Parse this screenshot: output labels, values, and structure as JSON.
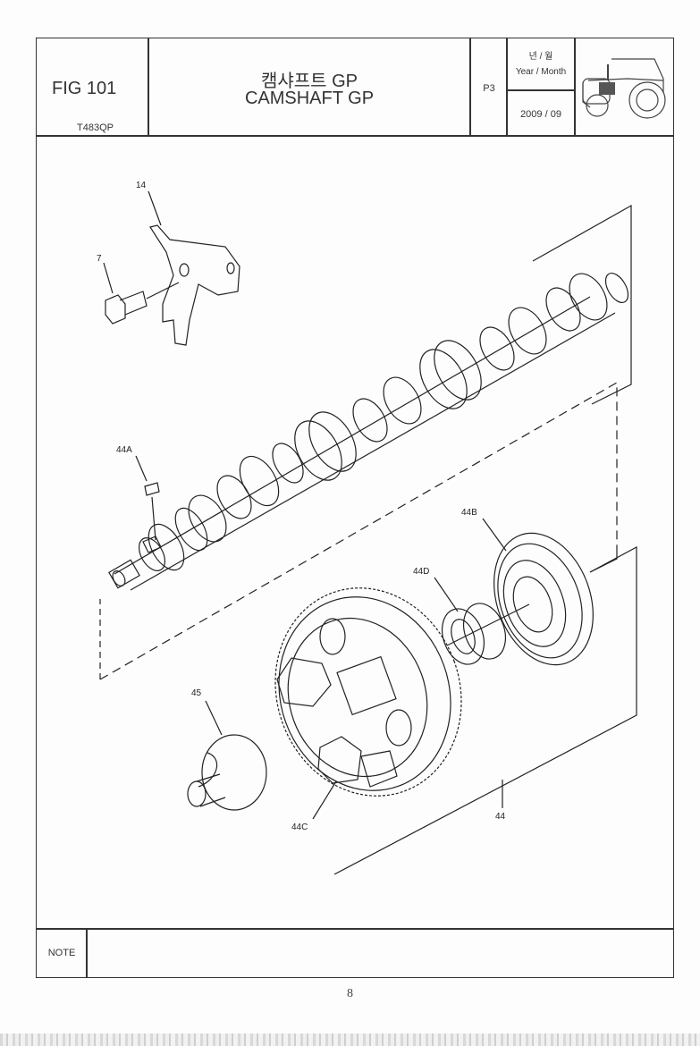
{
  "header": {
    "figure_label": "FIG 101",
    "model_code": "T483QP",
    "title_korean": "캠샤프트 GP",
    "title_english": "CAMSHAFT GP",
    "page_ref": "P3",
    "date_label_korean": "년 / 월",
    "date_label_english": "Year / Month",
    "date_value": "2009  / 09",
    "thumbnail_icon": "tractor-icon"
  },
  "diagram": {
    "callouts": {
      "c14": "14",
      "c7": "7",
      "c44A": "44A",
      "c44B": "44B",
      "c44D": "44D",
      "c45": "45",
      "c44C": "44C",
      "c44": "44"
    }
  },
  "footer": {
    "note_label": "NOTE",
    "page_number": "8"
  }
}
